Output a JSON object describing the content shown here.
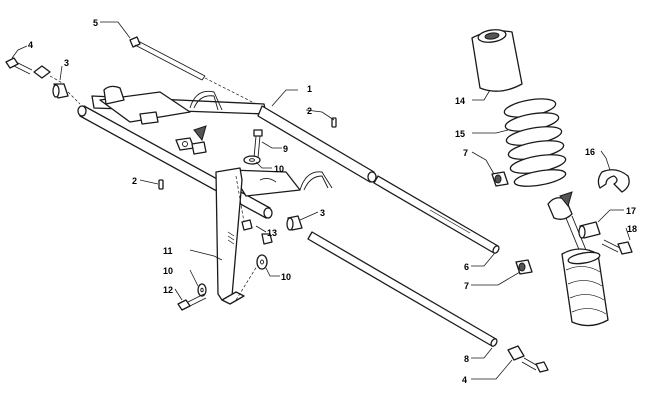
{
  "callouts": {
    "c1": "1",
    "c2a": "2",
    "c2b": "2",
    "c3a": "3",
    "c3b": "3",
    "c4a": "4",
    "c4b": "4",
    "c5": "5",
    "c6": "6",
    "c7a": "7",
    "c7b": "7",
    "c8": "8",
    "c9": "9",
    "c10a": "10",
    "c10b": "10",
    "c10c": "10",
    "c11": "11",
    "c12": "12",
    "c13": "13",
    "c14": "14",
    "c15": "15",
    "c16": "16",
    "c17": "17",
    "c18": "18"
  }
}
